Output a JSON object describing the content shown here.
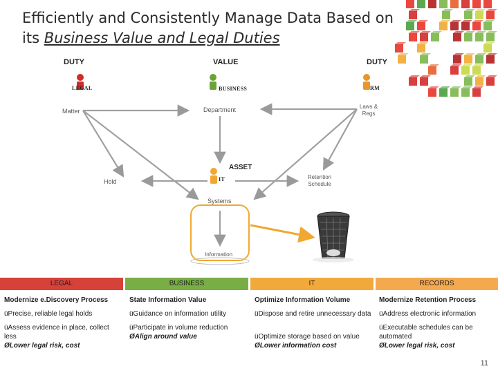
{
  "title": {
    "line1": "Efficiently and Consistently Manage Data Based on",
    "line2_prefix": "its ",
    "line2_em": "Business Value and Legal Duties"
  },
  "diagram": {
    "column_labels": {
      "left": "DUTY",
      "center": "VALUE",
      "right": "DUTY"
    },
    "persons": {
      "legal": {
        "tag": "LEGAL",
        "color": "#d42a2a"
      },
      "business": {
        "tag": "BUSINESS",
        "color": "#6aa337"
      },
      "rm": {
        "tag": "RM",
        "color": "#e8962a"
      },
      "it": {
        "tag": "IT",
        "color": "#f0a830"
      }
    },
    "nodes": {
      "matter": "Matter",
      "department": "Department",
      "laws_regs_1": "Laws &",
      "laws_regs_2": "Regs",
      "asset": "ASSET",
      "hold": "Hold",
      "retention_1": "Retention",
      "retention_2": "Schedule",
      "systems": "Systems",
      "information": "Information"
    }
  },
  "columns": [
    {
      "header": "LEGAL",
      "color": "#d6413a",
      "title": "Modernize e.Discovery Process",
      "b1": "üPrecise, reliable legal holds",
      "b2": "üAssess evidence in place, collect less",
      "b3": "ØLower legal risk, cost"
    },
    {
      "header": "BUSINESS",
      "color": "#79ad45",
      "title": "State Information Value",
      "b1": "üGuidance on information utility",
      "b2": "üParticipate in volume reduction",
      "b3": "ØAlign around value"
    },
    {
      "header": "IT",
      "color": "#f2a93b",
      "title": "Optimize Information Volume",
      "b1": "üDispose and retire unnecessary data",
      "b2": "üOptimize storage based on value",
      "b3": "ØLower information cost"
    },
    {
      "header": "RECORDS",
      "color": "#f4a94e",
      "title": "Modernize Retention Process",
      "b1": "üAddress electronic information",
      "b2": "üExecutable schedules can be automated",
      "b3": "ØLower legal risk, cost"
    }
  ],
  "page_number": "11"
}
